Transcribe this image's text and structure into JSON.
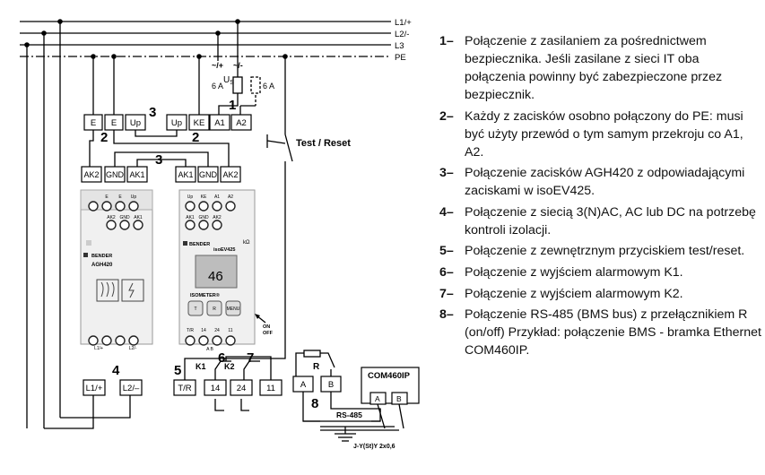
{
  "lines": {
    "l1": "L1/+",
    "l2": "L2/-",
    "l3": "L3",
    "pe": "PE"
  },
  "supply": {
    "minus_plus": "~/+",
    "plus_minus": "~/-",
    "us": "U",
    "us_sub": "S",
    "fuse_a": "6 A",
    "fuse_b": "6 A",
    "callout": "1"
  },
  "top_terminals": [
    "E",
    "E",
    "Up",
    "Up",
    "KE",
    "A1",
    "A2"
  ],
  "callouts": {
    "c2a": "2",
    "c2b": "2",
    "c3a": "3",
    "c3b": "3",
    "c4": "4",
    "c5": "5",
    "c6": "6",
    "c7": "7",
    "c8": "8",
    "k1": "K1",
    "k2": "K2",
    "r": "R"
  },
  "mid_terminals_left": [
    "AK2",
    "GND",
    "AK1"
  ],
  "mid_terminals_right": [
    "AK1",
    "GND",
    "AK2"
  ],
  "test_reset": "Test / Reset",
  "device_left": {
    "top_labels": [
      "E",
      "E",
      "Up"
    ],
    "mid_labels": [
      "AK2",
      "GND",
      "AK1"
    ],
    "brand": "BENDER",
    "model": "AGH420",
    "bottom_labels": [
      "L1/+",
      "L2/-"
    ]
  },
  "device_right": {
    "top_labels": [
      "Up",
      "KE",
      "A1",
      "A2"
    ],
    "mid_labels": [
      "AK1",
      "GND",
      "AK2"
    ],
    "brand": "BENDER",
    "model": "isoEV425",
    "kohm": "kΩ",
    "display_value": "46",
    "isometer": "ISOMETER",
    "reg": "®",
    "btn_t": "T",
    "btn_r": "R",
    "btn_menu": "MENU",
    "on_off_1": "ON",
    "on_off_2": "OFF",
    "bottom_labels": [
      "T/R",
      "14",
      "24",
      "11"
    ],
    "bottom_sub": "A B"
  },
  "bottom_terminals": [
    "L1/+",
    "L2/–",
    "T/R",
    "14",
    "24",
    "11",
    "A",
    "B"
  ],
  "com": {
    "name": "COM460IP",
    "a": "A",
    "b": "B",
    "rs485": "RS-485",
    "cable": "J-Y(St)Y 2x0,6"
  },
  "legend": [
    {
      "num": "1–",
      "text": "Połączenie z zasilaniem za pośrednictwem bezpiecznika. Jeśli zasilane z sieci IT oba połączenia powinny być zabezpieczone przez bezpiecznik."
    },
    {
      "num": "2–",
      "text": "Każdy z zacisków osobno połączony do PE: musi być użyty przewód o tym samym przekroju co A1, A2."
    },
    {
      "num": "3–",
      "text": "Połączenie zacisków AGH420 z odpowiadającymi zaciskami w isoEV425."
    },
    {
      "num": "4–",
      "text": "Połączenie z siecią  3(N)AC, AC lub DC na potrzebę kontroli izolacji."
    },
    {
      "num": "5–",
      "text": "Połączenie z  zewnętrznym przyciskiem test/reset."
    },
    {
      "num": "6–",
      "text": "Połączenie z wyjściem alarmowym K1."
    },
    {
      "num": "7–",
      "text": "Połączenie z wyjściem alarmowym K2."
    },
    {
      "num": "8–",
      "text": "Połączenie RS-485 (BMS bus) z przełącznikiem R (on/off) Przykład: połączenie BMS - bramka Ethernet COM460IP."
    }
  ]
}
